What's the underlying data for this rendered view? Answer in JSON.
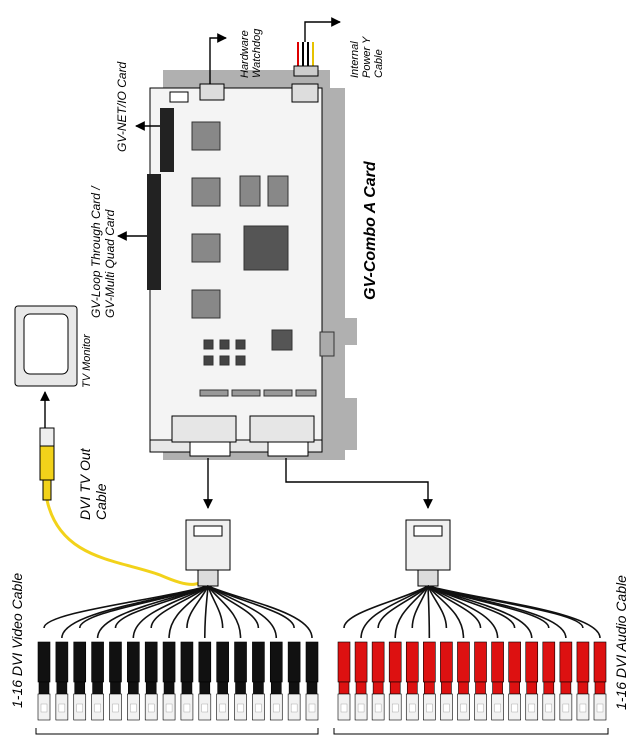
{
  "labels": {
    "hardware_watchdog": [
      "Hardware",
      "Watchdog"
    ],
    "internal_power": [
      "Internal",
      "Power Y",
      "Cable"
    ],
    "netio_card": "GV-NET/IO Card",
    "loop_through": [
      "GV-Loop Through Card /",
      "GV-Multi Quad Card"
    ],
    "combo_card": "GV-Combo A Card",
    "tv_monitor": "TV Monitor",
    "tv_out_cable": [
      "DVI TV Out",
      "Cable"
    ],
    "video_cable": "1-16 DVI Video Cable",
    "audio_cable": "1-16 DVI Audio Cable"
  },
  "video_connector_count": 16,
  "audio_connector_count": 16,
  "colors": {
    "video_connector": "#111111",
    "audio_connector": "#dd1111",
    "tv_out_cable": "#f2d21a",
    "board": "#f2f2f2",
    "bracket": "#b0b0b0"
  }
}
